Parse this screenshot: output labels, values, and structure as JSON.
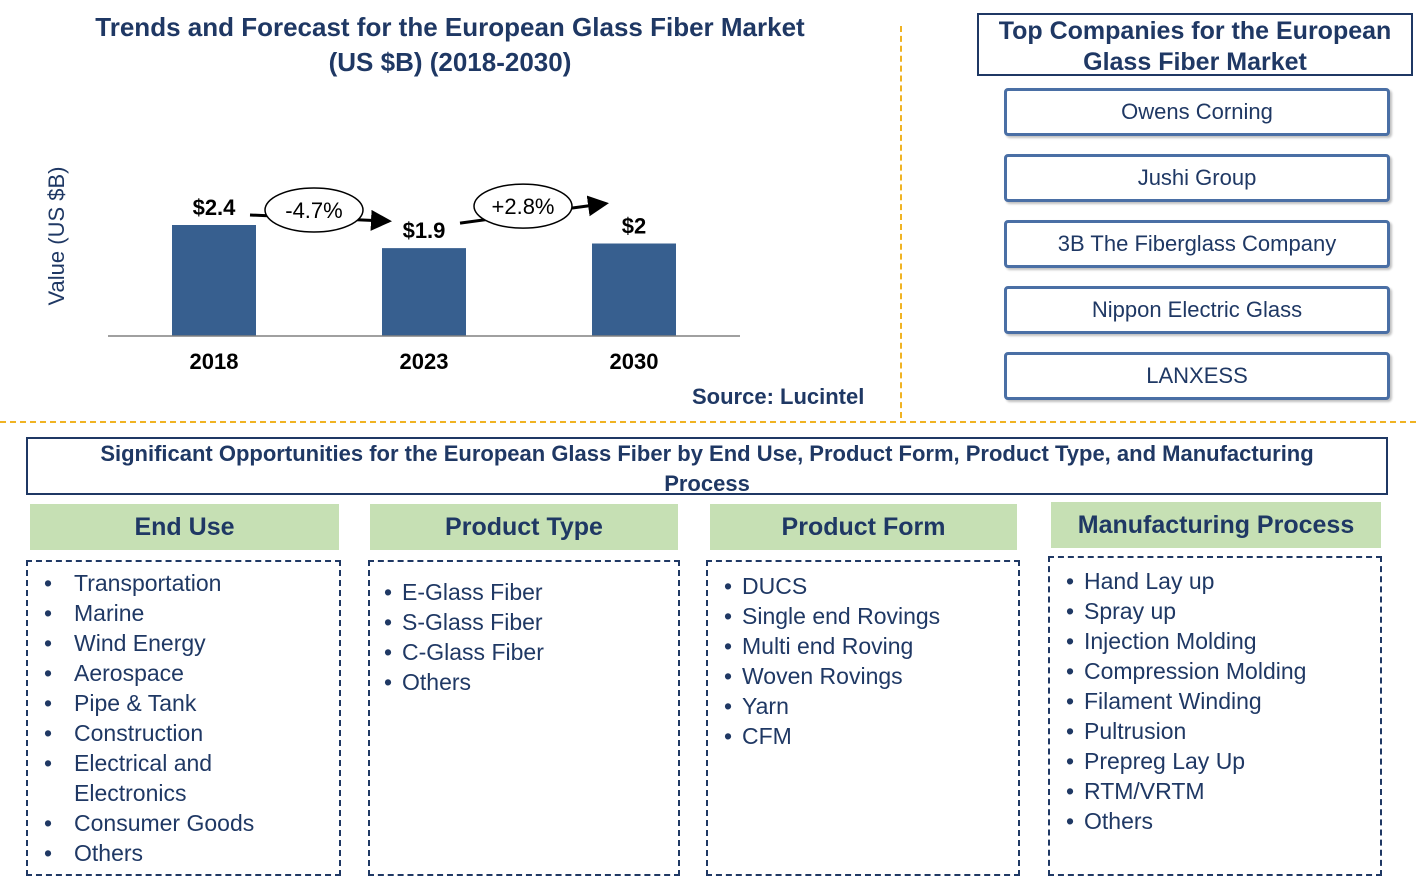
{
  "chart": {
    "title_line1": "Trends and Forecast for the European Glass Fiber Market",
    "title_line2": "(US $B) (2018-2030)",
    "ylabel": "Value (US $B)",
    "source": "Source: Lucintel",
    "bar_color": "#375F8F"
  },
  "chart_data": {
    "type": "bar",
    "title": "Trends and Forecast for the European Glass Fiber Market (US $B) (2018-2030)",
    "categories": [
      "2018",
      "2023",
      "2030"
    ],
    "values": [
      2.4,
      1.9,
      2.0
    ],
    "value_labels": [
      "$2.4",
      "$1.9",
      "$2"
    ],
    "ylabel": "Value (US $B)",
    "xlabel": "",
    "growth_annotations": [
      {
        "from": "2018",
        "to": "2023",
        "label": "-4.7%"
      },
      {
        "from": "2023",
        "to": "2030",
        "label": "+2.8%"
      }
    ]
  },
  "companies": {
    "title": "Top Companies for the European Glass Fiber Market",
    "items": [
      "Owens Corning",
      "Jushi Group",
      "3B The Fiberglass Company",
      "Nippon Electric Glass",
      "LANXESS"
    ]
  },
  "opportunities": {
    "title": "Significant Opportunities for the European Glass Fiber by  End Use, Product Form, Product Type,  and Manufacturing Process",
    "categories": [
      {
        "title": "End Use",
        "items": [
          "Transportation",
          "Marine",
          "Wind Energy",
          "Aerospace",
          "Pipe & Tank",
          "Construction",
          "Electrical and Electronics",
          "Consumer Goods",
          "Others"
        ]
      },
      {
        "title": "Product Type",
        "items": [
          "E-Glass Fiber",
          "S-Glass Fiber",
          "C-Glass Fiber",
          "Others"
        ]
      },
      {
        "title": "Product  Form",
        "items": [
          "DUCS",
          "Single end Rovings",
          "Multi end Roving",
          "Woven Rovings",
          "Yarn",
          "CFM"
        ]
      },
      {
        "title": "Manufacturing Process",
        "items": [
          "Hand Lay up",
          "Spray up",
          "Injection Molding",
          "Compression Molding",
          "Filament Winding",
          "Pultrusion",
          "Prepreg Lay Up",
          "RTM/VRTM",
          "Others"
        ]
      }
    ],
    "header_color": "#C6E0B4"
  }
}
